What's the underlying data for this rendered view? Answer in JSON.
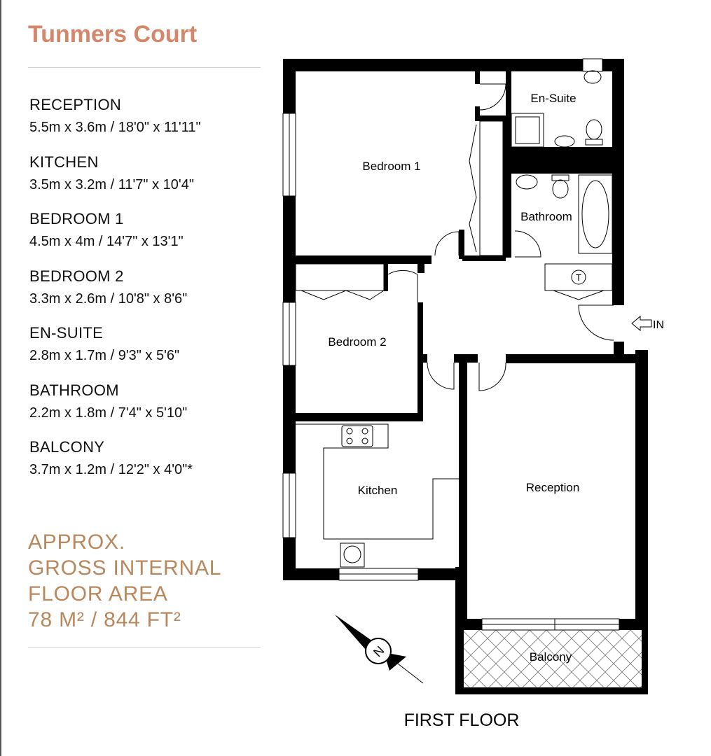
{
  "property_name": "Tunmers Court",
  "room_schedule": [
    {
      "name": "RECEPTION",
      "dimensions": "5.5m x 3.6m / 18'0\" x 11'11\""
    },
    {
      "name": "KITCHEN",
      "dimensions": "3.5m x 3.2m / 11'7\" x 10'4\""
    },
    {
      "name": "BEDROOM 1",
      "dimensions": "4.5m x 4m / 14'7\" x 13'1\""
    },
    {
      "name": "BEDROOM 2",
      "dimensions": "3.3m x 2.6m / 10'8\" x 8'6\""
    },
    {
      "name": "EN-SUITE",
      "dimensions": "2.8m x 1.7m / 9'3\" x 5'6\""
    },
    {
      "name": "BATHROOM",
      "dimensions": "2.2m x 1.8m / 7'4\" x 5'10\""
    },
    {
      "name": "BALCONY",
      "dimensions": "3.7m x 1.2m / 12'2\" x 4'0\"*"
    }
  ],
  "area_lines": [
    "APPROX.",
    "GROSS INTERNAL",
    "FLOOR AREA",
    "78 M² / 844 FT²"
  ],
  "colors": {
    "title": "#d4876a",
    "area": "#b9875c",
    "wall": "#000000"
  },
  "floor_plan": {
    "labels": {
      "bedroom1": "Bedroom 1",
      "ensuite": "En-Suite",
      "bathroom": "Bathroom",
      "bedroom2": "Bedroom 2",
      "kitchen": "Kitchen",
      "reception": "Reception",
      "balcony": "Balcony",
      "entrance": "IN",
      "cupboard": "T",
      "compass": "N"
    },
    "floor_label": "FIRST FLOOR"
  }
}
